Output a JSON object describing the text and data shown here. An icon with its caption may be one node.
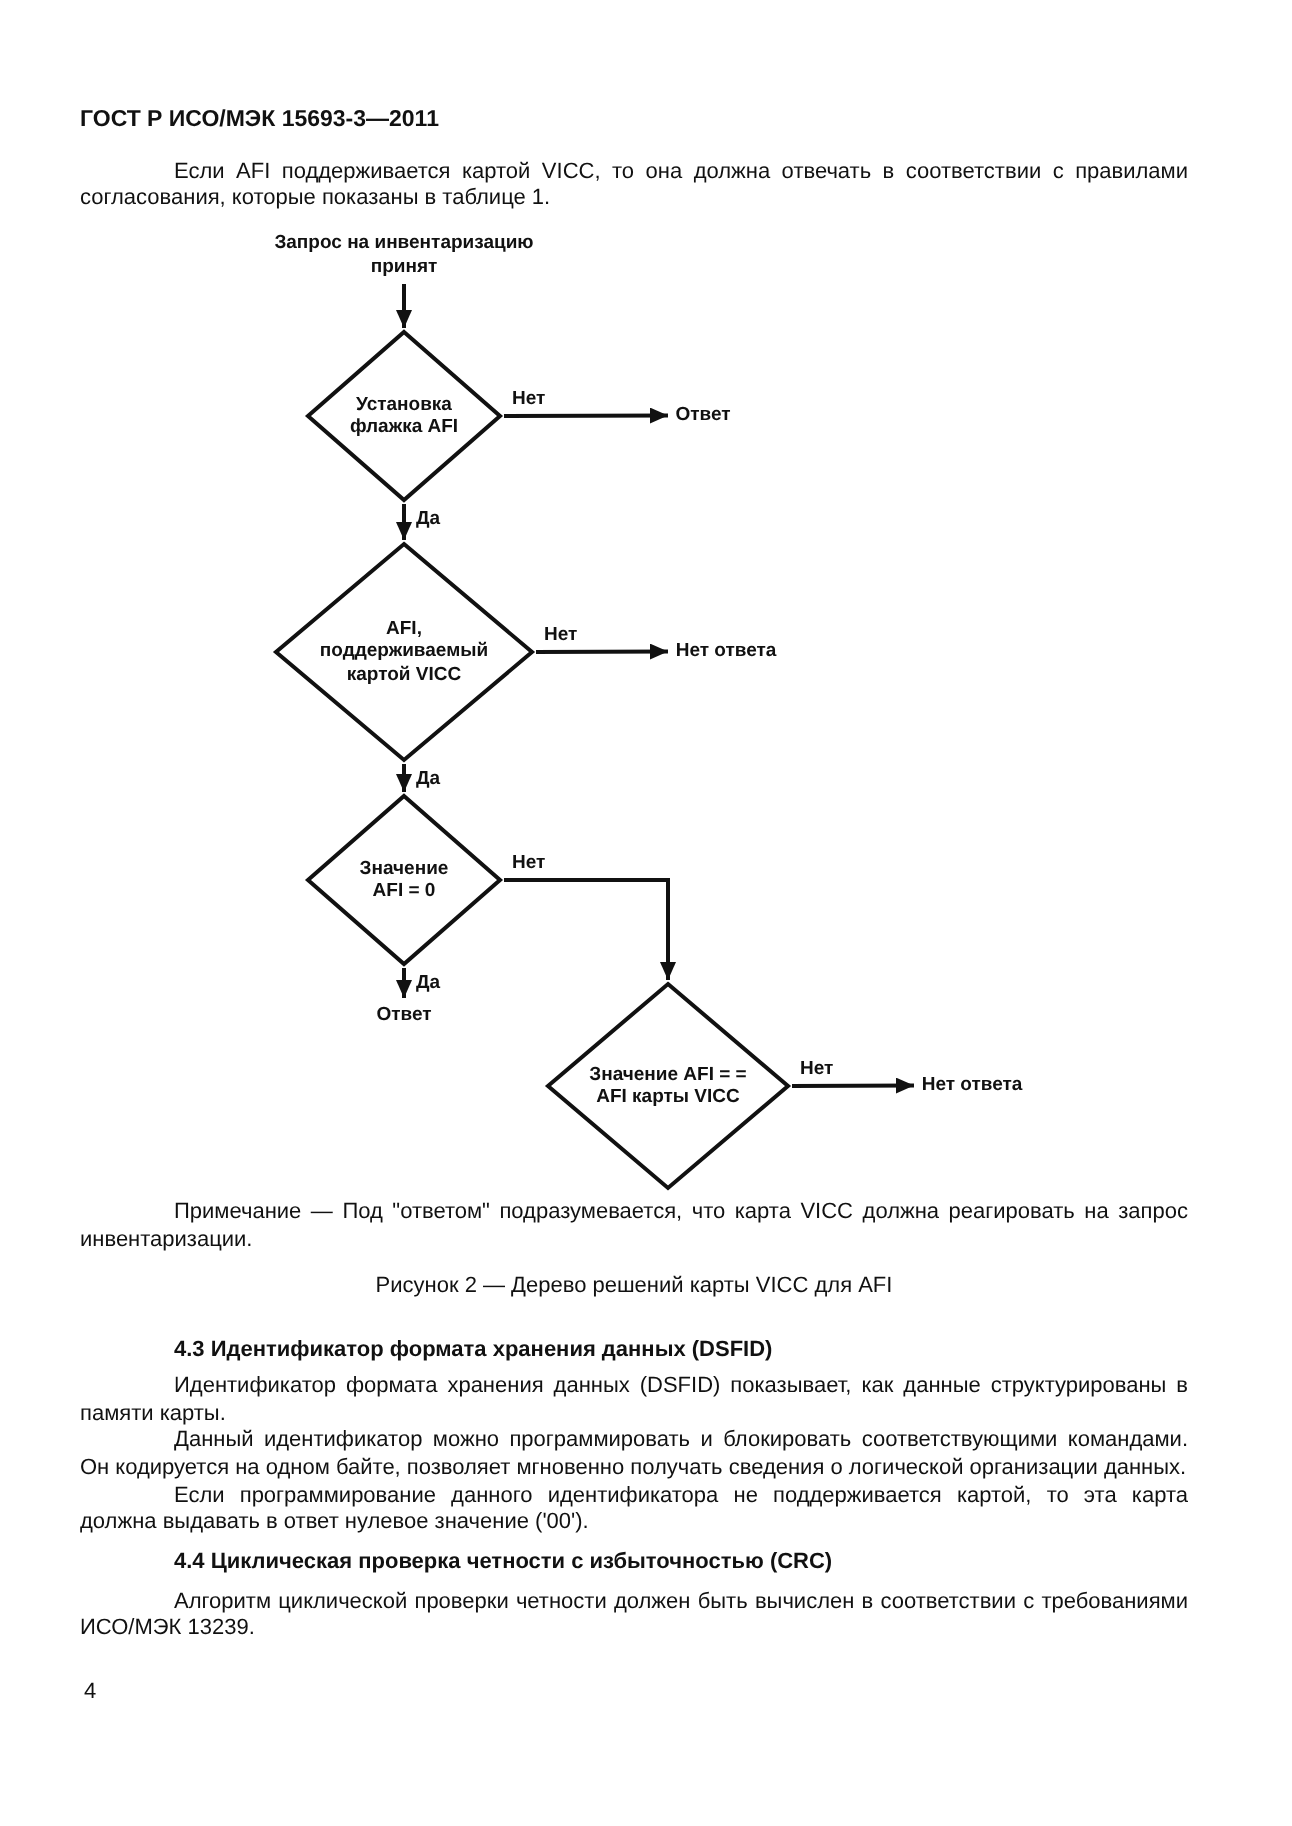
{
  "diagram": {
    "caption": "Рисунок 2 — Дерево решений карты VICC для AFI",
    "nodes": [
      {
        "text": [
          "Запрос на инвентаризацию принят"
        ]
      },
      {
        "text": [
          "Установка флажка AFI"
        ]
      },
      {
        "text": [
          "Ответ"
        ]
      },
      {
        "text": [
          "AFI, поддерживаемый картой VICC"
        ]
      },
      {
        "text": [
          "Нет ответа"
        ]
      },
      {
        "text": [
          "Значение AFI = 0"
        ]
      },
      {
        "text": [
          "Ответ"
        ]
      },
      {
        "text": [
          "Значение AFI = = AFI карты VICC"
        ]
      },
      {
        "text": [
          "Нет ответа"
        ]
      }
    ],
    "edges": [
      {
        "from": 0,
        "to": 1,
        "arrow": "to"
      },
      {
        "from": 1,
        "to": 2,
        "arrow": "to",
        "label": "Нет"
      },
      {
        "from": 1,
        "to": 3,
        "arrow": "to",
        "label": "Да"
      },
      {
        "from": 3,
        "to": 4,
        "arrow": "to",
        "label": "Нет"
      },
      {
        "from": 3,
        "to": 5,
        "arrow": "to",
        "label": "Да"
      },
      {
        "from": 5,
        "to": 7,
        "arrow": "to",
        "label": "Нет"
      },
      {
        "from": 5,
        "to": 6,
        "arrow": "to",
        "label": "Да"
      },
      {
        "from": 7,
        "to": 8,
        "arrow": "to",
        "label": "Нет"
      }
    ],
    "labels": [
      "ГОСТ Р ИСО/МЭК 15693-3—2011",
      "Если AFI поддерживается картой VICC, то она должна отвечать в соответствии с правилами согласования, которые показаны в таблице 1.",
      "Примечание — Под \"ответом\" подразумевается, что карта VICC должна реагировать на запрос инвентаризации.",
      "4.3 Идентификатор формата хранения данных (DSFID)",
      "Идентификатор формата хранения данных (DSFID) показывает, как данные структурированы в памяти карты.",
      "Данный идентификатор можно программировать и блокировать соответствующими командами. Он кодируется на одном байте, позволяет мгновенно получать сведения о логической организации данных.",
      "Если программирование данного идентификатора не поддерживается картой, то эта карта должна выдавать в ответ нулевое значение ('00').",
      "4.4 Циклическая проверка четности с избыточностью (CRC)",
      "Алгоритм циклической проверки четности должен быть вычислен в соответствии с требованиями ИСО/МЭК 13239.",
      "4"
    ]
  }
}
